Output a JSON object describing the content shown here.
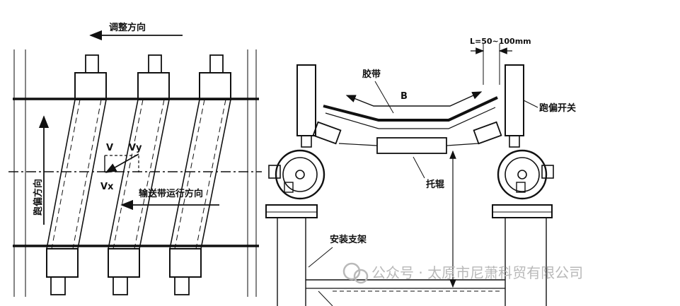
{
  "left_diagram": {
    "adjust_direction": "调整方向",
    "deviation_direction": "跑偏方向",
    "belt_direction": "输送带运行方向",
    "vector_v": "V",
    "vector_vy": "Vy",
    "vector_vx": "Vx"
  },
  "right_diagram": {
    "distance_label": "L=50~100mm",
    "belt_label": "胶带",
    "width_label": "B",
    "switch_label": "跑偏开关",
    "idler_label": "托辊",
    "bracket_label": "安装支架"
  },
  "watermark": {
    "text": "公众号 · 太原市尼萧科贸有限公司"
  }
}
